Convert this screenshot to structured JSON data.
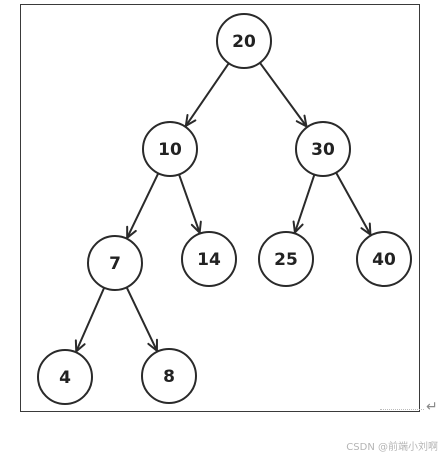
{
  "diagram": {
    "nodes": [
      {
        "id": "n20",
        "label": "20"
      },
      {
        "id": "n10",
        "label": "10"
      },
      {
        "id": "n30",
        "label": "30"
      },
      {
        "id": "n7",
        "label": "7"
      },
      {
        "id": "n14",
        "label": "14"
      },
      {
        "id": "n25",
        "label": "25"
      },
      {
        "id": "n40",
        "label": "40"
      },
      {
        "id": "n4",
        "label": "4"
      },
      {
        "id": "n8",
        "label": "8"
      }
    ],
    "edges": [
      {
        "from": "n20",
        "to": "n10"
      },
      {
        "from": "n20",
        "to": "n30"
      },
      {
        "from": "n10",
        "to": "n7"
      },
      {
        "from": "n10",
        "to": "n14"
      },
      {
        "from": "n30",
        "to": "n25"
      },
      {
        "from": "n30",
        "to": "n40"
      },
      {
        "from": "n7",
        "to": "n4"
      },
      {
        "from": "n7",
        "to": "n8"
      }
    ],
    "colors": {
      "stroke": "#2a2a2a",
      "text": "#222222"
    }
  },
  "return_mark": "↵",
  "watermark": "CSDN @前端小刘啊"
}
